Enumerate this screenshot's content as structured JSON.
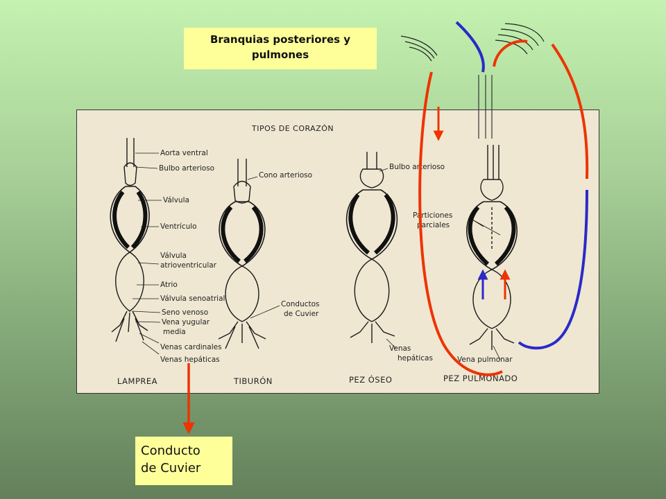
{
  "captions": {
    "top_line1": "Branquias posteriores y",
    "top_line2": "pulmones",
    "bottom_line1": "Conducto",
    "bottom_line2": "de Cuvier"
  },
  "figure": {
    "title": "TIPOS DE CORAZÓN",
    "labels": {
      "aorta_ventral": "Aorta ventral",
      "bulbo_arterioso": "Bulbo arterioso",
      "cono_arterioso": "Cono arterioso",
      "bulbo_arterioso_2": "Bulbo arterioso",
      "valvula": "Válvula",
      "ventriculo": "Ventrículo",
      "valvula_av_1": "Válvula",
      "valvula_av_2": "atrioventricular",
      "atrio": "Atrio",
      "valvula_senoatrial": "Válvula senoatrial",
      "seno_venoso": "Seno venoso",
      "vena_yugular_1": "Vena yugular",
      "vena_yugular_2": "media",
      "venas_cardinales": "Venas cardinales",
      "venas_hepaticas": "Venas hepáticas",
      "conductos_1": "Conductos",
      "conductos_2": "de Cuvier",
      "particiones_1": "Particiones",
      "particiones_2": "parciales",
      "venas_hep_2a": "Venas",
      "venas_hep_2b": "hepáticas",
      "vena_pulmonar": "Vena pulmonar"
    },
    "names": {
      "lamprea": "LAMPREA",
      "tiburon": "TIBURÓN",
      "pez_oseo": "PEZ ÓSEO",
      "pez_pulmonado": "PEZ PULMONADO"
    }
  },
  "colors": {
    "red_arrow": "#ee3300",
    "blue_arrow": "#2a2ac8",
    "caption_bg": "#ffff99"
  }
}
